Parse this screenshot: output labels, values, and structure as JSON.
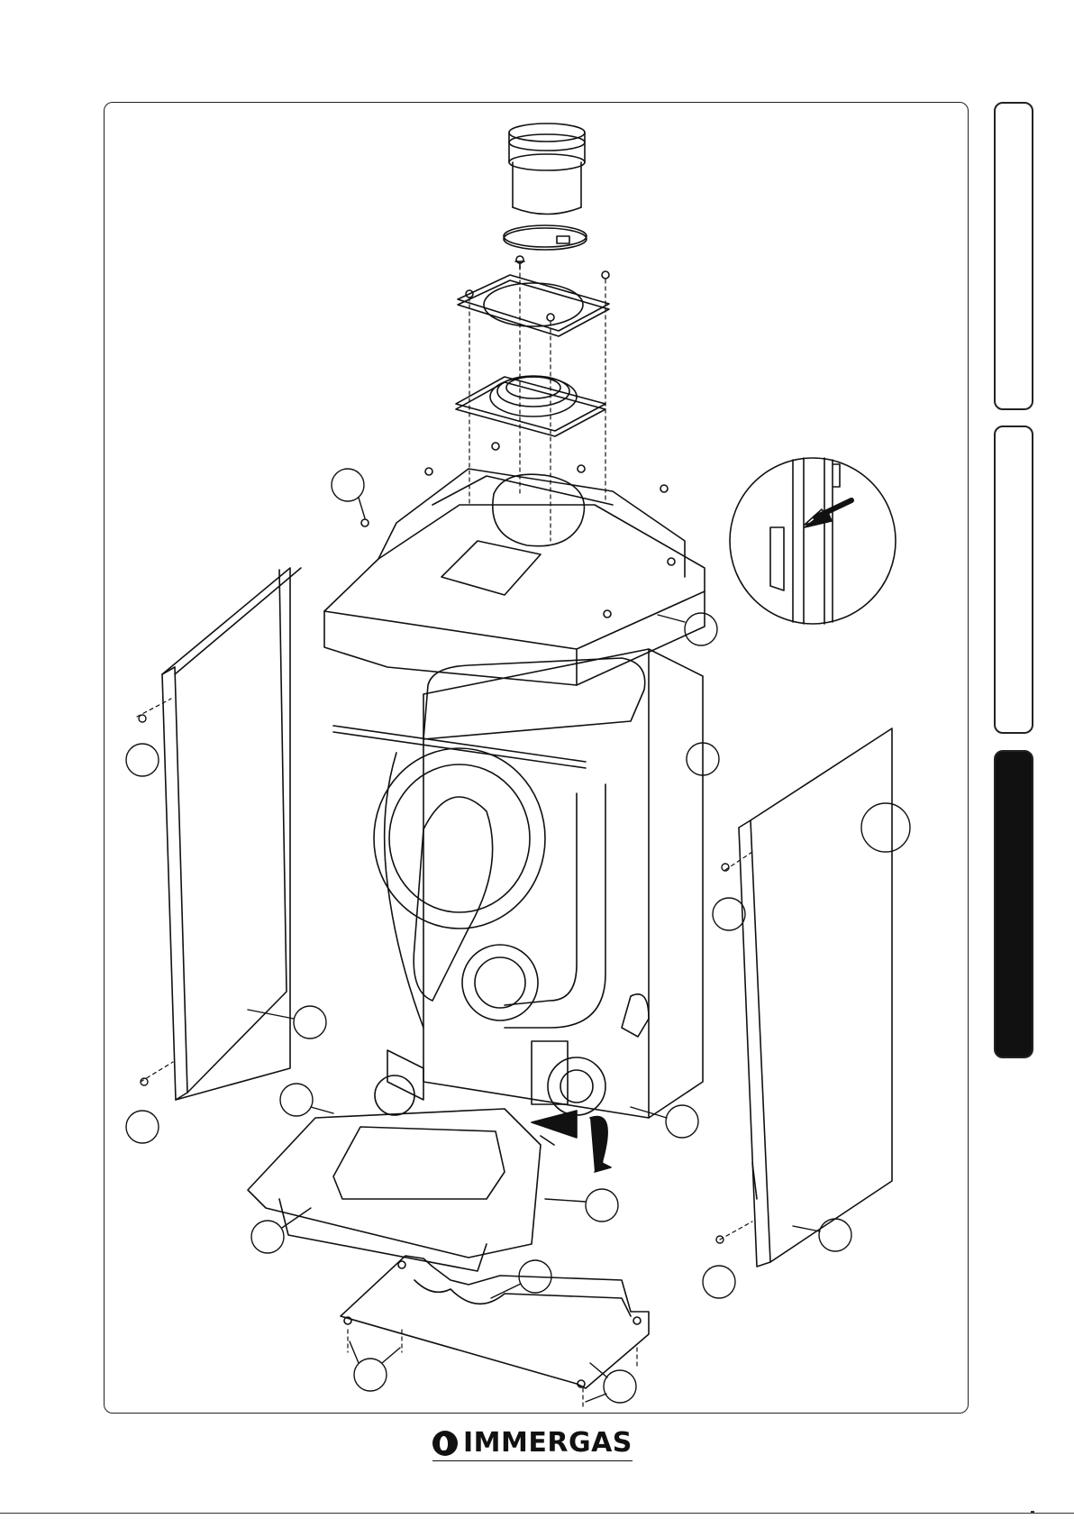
{
  "brand": {
    "name": "IMMERGAS",
    "logo_icon": "immergas-flame-logo"
  },
  "side_tabs": [
    {
      "name": "tab-user",
      "active": false
    },
    {
      "name": "tab-installer",
      "active": false
    },
    {
      "name": "tab-maintenance",
      "active": true
    }
  ],
  "figure": {
    "type": "exploded-view",
    "callout_count": 19,
    "detail_inset": true
  },
  "colors": {
    "line": "#111111",
    "active_tab": "#111111",
    "paper": "#ffffff"
  }
}
